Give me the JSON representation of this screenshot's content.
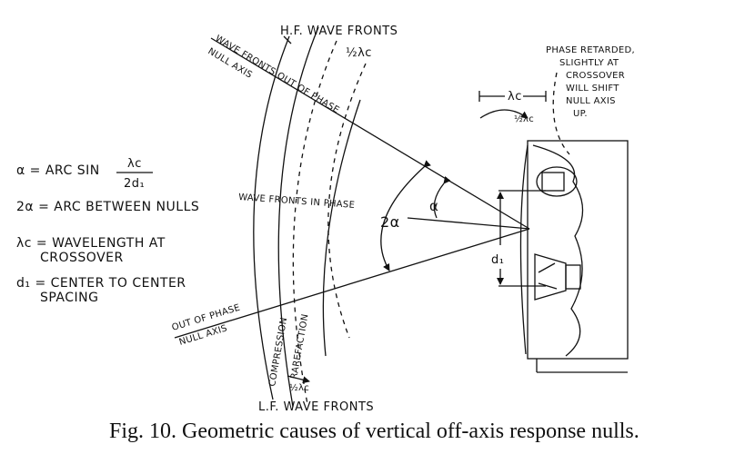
{
  "labels": {
    "hf_wave_fronts": "H.F. WAVE FRONTS",
    "half_lambda_top": "½λc",
    "wave_fronts_out_of_phase": "WAVE FRONTS OUT OF PHASE",
    "null_axis_top": "NULL AXIS",
    "phase_retarded_1": "PHASE RETARDED,",
    "phase_retarded_2": "SLIGHTLY AT",
    "phase_retarded_3": "CROSSOVER",
    "phase_retarded_4": "WILL SHIFT",
    "phase_retarded_5": "NULL AXIS",
    "phase_retarded_6": "UP.",
    "lambda_c": "λc",
    "half_lambda_right": "½λc",
    "wave_fronts_in_phase": "WAVE FRONTS IN PHASE",
    "two_alpha": "2α",
    "alpha": "α",
    "d1": "d₁",
    "out_of_phase": "OUT OF PHASE",
    "null_axis_bottom": "NULL AXIS",
    "compression": "COMPRESSION",
    "rarefaction": "RAREFACTION",
    "half_lambda_bottom": "½λc",
    "lf_wave_fronts": "L.F. WAVE FRONTS"
  },
  "legend": {
    "alpha_eq": "α = ARC SIN",
    "frac_num": "λc",
    "frac_den": "2d₁",
    "two_alpha_eq": "2α = ARC BETWEEN NULLS",
    "lambda_eq_1": "λc = WAVELENGTH AT",
    "lambda_eq_2": "CROSSOVER",
    "d1_eq_1": "d₁ = CENTER TO CENTER",
    "d1_eq_2": "SPACING"
  },
  "caption": "Fig. 10.  Geometric causes of vertical off-axis response nulls."
}
